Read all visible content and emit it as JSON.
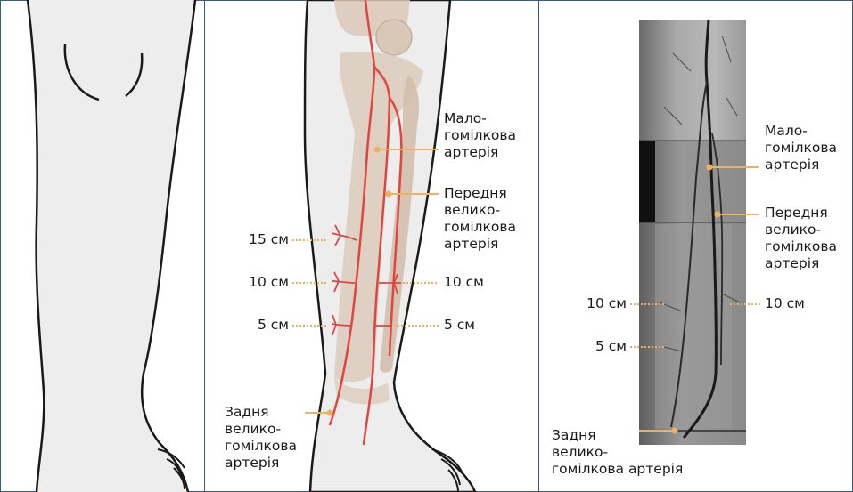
{
  "colors": {
    "border": "#3b5b78",
    "leg_fill": "#ededed",
    "leg_outline": "#1a1a1a",
    "bone_fill": "#d9c8b8",
    "artery": "#e0453f",
    "leader": "#f0b15f"
  },
  "middle_panel": {
    "label_peroneal": [
      "Мало-",
      "гомілкова",
      "артерія"
    ],
    "label_anterior_tibial": [
      "Передня",
      "велико-",
      "гомілкова",
      "артерія"
    ],
    "label_posterior_tibial": [
      "Задня",
      "велико-",
      "гомілкова",
      "артерія"
    ],
    "mark_15_left": "15 см",
    "mark_10_left": "10 см",
    "mark_5_left": "5 см",
    "mark_10_right": "10 см",
    "mark_5_right": "5 см"
  },
  "right_panel": {
    "label_peroneal": [
      "Мало-",
      "гомілкова",
      "артерія"
    ],
    "label_anterior_tibial": [
      "Передня",
      "велико-",
      "гомілкова",
      "артерія"
    ],
    "label_posterior_tibial": [
      "Задня",
      "велико-",
      "гомілкова артерія"
    ],
    "mark_10_left": "10 см",
    "mark_5_left": "5 см",
    "mark_10_right": "10 см"
  }
}
